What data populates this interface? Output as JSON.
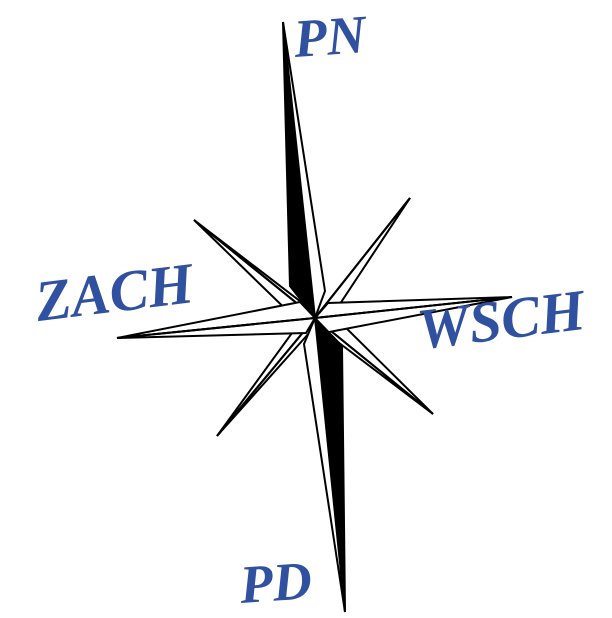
{
  "labels": {
    "north": "PN",
    "west": "ZACH",
    "east": "WSCH",
    "south": "PD"
  },
  "colors": {
    "label": "#3050a0",
    "star_fill": "#000000",
    "star_light": "#ffffff"
  }
}
